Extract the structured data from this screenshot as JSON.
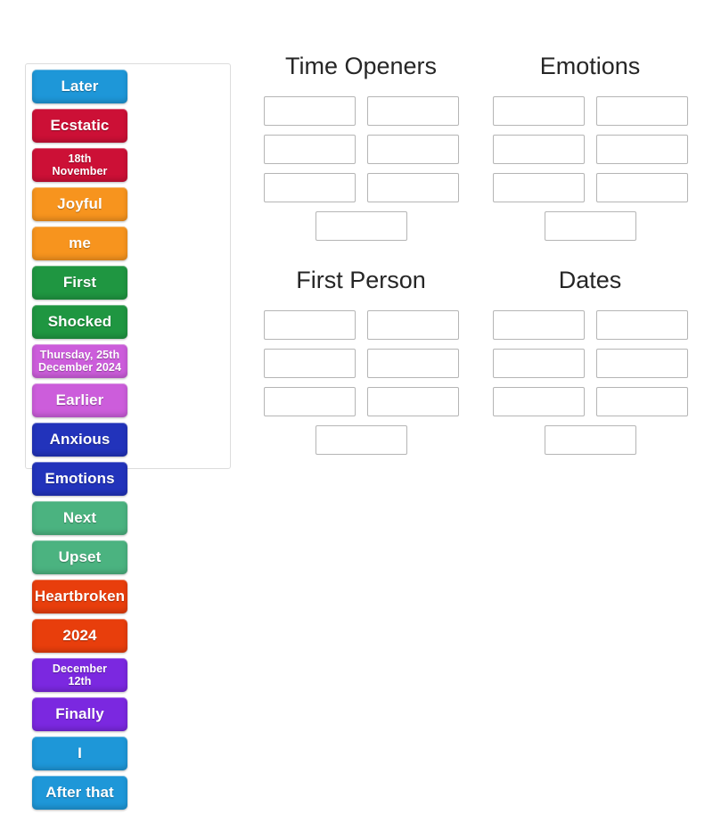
{
  "activity": {
    "type": "group-sort",
    "tile_bank_name": "unsorted-tiles"
  },
  "tiles": [
    {
      "label": "Later",
      "color": "#1e97d8",
      "lines": 1
    },
    {
      "label": "Ecstatic",
      "color": "#cc1036",
      "lines": 1
    },
    {
      "label": "18th\nNovember",
      "color": "#cc1036",
      "lines": 2
    },
    {
      "label": "Joyful",
      "color": "#f7941e",
      "lines": 1
    },
    {
      "label": "me",
      "color": "#f7941e",
      "lines": 1
    },
    {
      "label": "First",
      "color": "#1f9641",
      "lines": 1
    },
    {
      "label": "Shocked",
      "color": "#1f9641",
      "lines": 1
    },
    {
      "label": "Thursday, 25th\nDecember 2024",
      "color": "#cc5ddb",
      "lines": 2
    },
    {
      "label": "Earlier",
      "color": "#cc5ddb",
      "lines": 1
    },
    {
      "label": "Anxious",
      "color": "#2233bb",
      "lines": 1
    },
    {
      "label": "Emotions",
      "color": "#2233bb",
      "lines": 1
    },
    {
      "label": "Next",
      "color": "#4bb380",
      "lines": 1
    },
    {
      "label": "Upset",
      "color": "#4bb380",
      "lines": 1
    },
    {
      "label": "Heartbroken",
      "color": "#e83e0c",
      "lines": 1
    },
    {
      "label": "2024",
      "color": "#e83e0c",
      "lines": 1
    },
    {
      "label": "December\n12th",
      "color": "#7b28e0",
      "lines": 2
    },
    {
      "label": "Finally",
      "color": "#7b28e0",
      "lines": 1
    },
    {
      "label": "I",
      "color": "#1e97d8",
      "lines": 1
    },
    {
      "label": "After that",
      "color": "#1e97d8",
      "lines": 1
    }
  ],
  "categories": [
    {
      "title": "Time Openers",
      "slot_count": 7,
      "filled": []
    },
    {
      "title": "Emotions",
      "slot_count": 7,
      "filled": []
    },
    {
      "title": "First Person",
      "slot_count": 7,
      "filled": []
    },
    {
      "title": "Dates",
      "slot_count": 7,
      "filled": []
    }
  ],
  "colors": {
    "page_background": "#ffffff",
    "panel_border": "#dcdcdc",
    "slot_border": "#b5b5b5",
    "slot_fill": "#ffffff",
    "title_text": "#262626",
    "tile_text": "#ffffff"
  }
}
